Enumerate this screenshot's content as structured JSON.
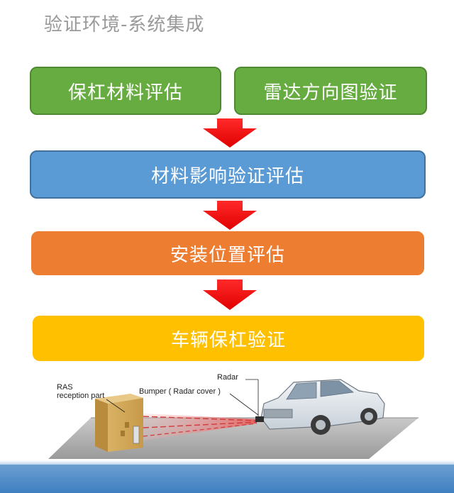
{
  "title": "验证环境-系统集成",
  "flow": {
    "bumper_material": "保杠材料评估",
    "radar_pattern": "雷达方向图验证",
    "material_effect": "材料影响验证评估",
    "mount_position": "安装位置评估",
    "vehicle_bumper": "车辆保杠验证"
  },
  "illustration": {
    "ras_label_line1": "RAS",
    "ras_label_line2": "reception part",
    "bumper_label": "Bumper ( Radar cover )",
    "radar_label": "Radar"
  },
  "colors": {
    "green": "#67ac41",
    "blue": "#5b9bd5",
    "orange": "#ed7d31",
    "yellow": "#ffc000",
    "arrow_red": "#ff0000"
  }
}
